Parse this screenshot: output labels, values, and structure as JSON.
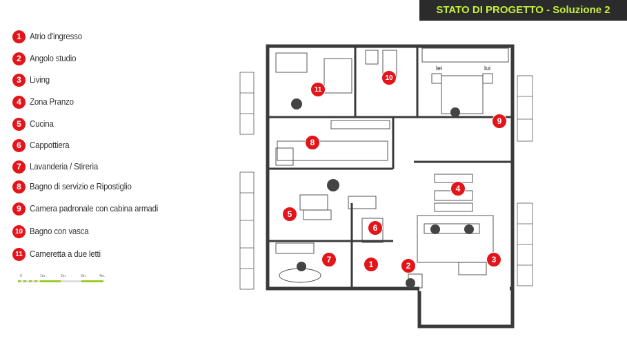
{
  "header": {
    "title": "STATO DI PROGETTO - Soluzione 2"
  },
  "legend": [
    {
      "num": "1",
      "label": "Atrio d'ingresso"
    },
    {
      "num": "2",
      "label": "Angolo studio"
    },
    {
      "num": "3",
      "label": "Living"
    },
    {
      "num": "4",
      "label": "Zona Pranzo"
    },
    {
      "num": "5",
      "label": "Cucina"
    },
    {
      "num": "6",
      "label": "Cappottiera"
    },
    {
      "num": "7",
      "label": "Lavanderia / Stireria"
    },
    {
      "num": "8",
      "label": "Bagno di servizio e Ripostiglio"
    },
    {
      "num": "9",
      "label": "Camera padronale con cabina armadi"
    },
    {
      "num": "10",
      "label": "Bagno con vasca"
    },
    {
      "num": "11",
      "label": "Cameretta a due letti"
    }
  ],
  "scale": {
    "labels": [
      "0",
      "1m.",
      "2m.",
      "3m.",
      "4m."
    ]
  },
  "plan": {
    "closet_labels": [
      "lei",
      "lui"
    ]
  },
  "colors": {
    "badge": "#e3151a",
    "banner": "#2b2b2b",
    "banner_text": "#c6f03a",
    "scale_green": "#9ccc2b"
  }
}
